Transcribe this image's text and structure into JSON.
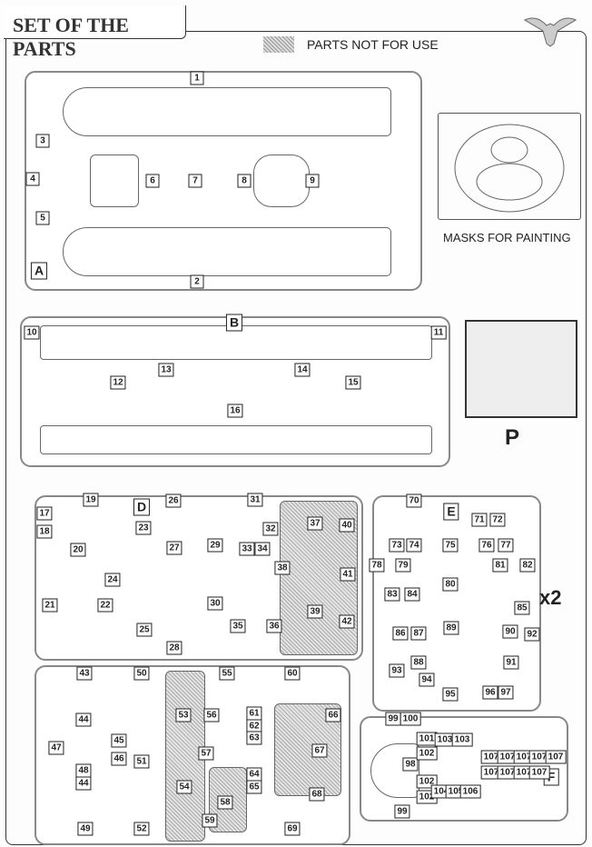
{
  "header": {
    "title": "SET OF THE PARTS",
    "legend_text": "PARTS NOT FOR USE"
  },
  "masks_label": "MASKS FOR PAINTING",
  "photo_etch_letter": "P",
  "sprue_e_multiplier": "x2",
  "sprues": {
    "A": {
      "letter": "A",
      "labels": [
        "1",
        "3",
        "4",
        "5",
        "6",
        "7",
        "8",
        "9",
        "2"
      ]
    },
    "B": {
      "letter": "B",
      "labels": [
        "10",
        "11",
        "12",
        "13",
        "14",
        "15",
        "16"
      ]
    },
    "D": {
      "letter": "D",
      "labels": [
        "19",
        "17",
        "18",
        "20",
        "23",
        "26",
        "27",
        "29",
        "31",
        "32",
        "33",
        "34",
        "37",
        "40",
        "38",
        "41",
        "24",
        "21",
        "22",
        "30",
        "39",
        "42",
        "25",
        "35",
        "36",
        "28"
      ]
    },
    "E": {
      "letter": "E",
      "labels": [
        "70",
        "71",
        "72",
        "73",
        "74",
        "75",
        "76",
        "77",
        "78",
        "79",
        "81",
        "82",
        "80",
        "83",
        "84",
        "85",
        "86",
        "87",
        "89",
        "90",
        "92",
        "88",
        "91",
        "93",
        "94",
        "95",
        "96",
        "97"
      ]
    },
    "G": {
      "labels": [
        "43",
        "50",
        "55",
        "60",
        "44",
        "56",
        "61",
        "62",
        "63",
        "66",
        "47",
        "45",
        "46",
        "51",
        "57",
        "67",
        "48",
        "44",
        "54",
        "64",
        "65",
        "58",
        "68",
        "49",
        "52",
        "59",
        "69",
        "53"
      ]
    },
    "F": {
      "letter": "F",
      "labels": [
        "99",
        "100",
        "101",
        "103",
        "103",
        "98",
        "102",
        "102",
        "102",
        "104",
        "105",
        "106",
        "107",
        "107",
        "107",
        "107",
        "107",
        "107",
        "107",
        "107",
        "107",
        "99"
      ]
    }
  }
}
